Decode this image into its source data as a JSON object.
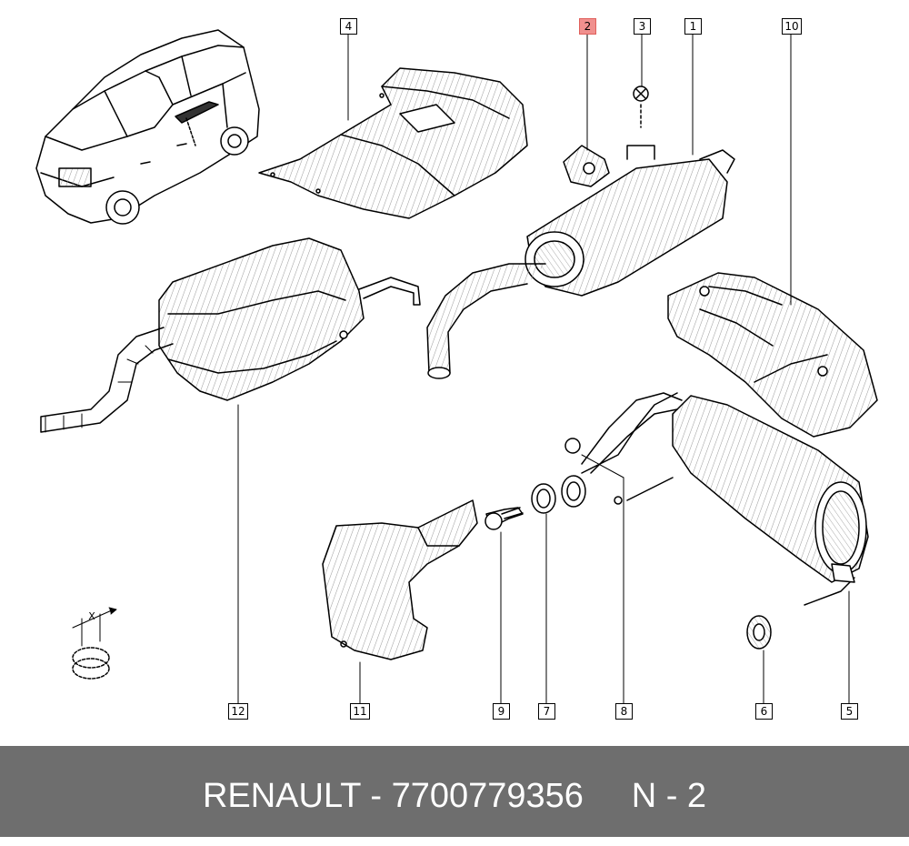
{
  "diagram": {
    "callouts": [
      {
        "id": "c1",
        "label": "1"
      },
      {
        "id": "c2",
        "label": "2",
        "highlighted": true,
        "highlight_color": "#f0908e"
      },
      {
        "id": "c3",
        "label": "3"
      },
      {
        "id": "c4",
        "label": "4"
      },
      {
        "id": "c5",
        "label": "5"
      },
      {
        "id": "c6",
        "label": "6"
      },
      {
        "id": "c7",
        "label": "7"
      },
      {
        "id": "c8",
        "label": "8"
      },
      {
        "id": "c9",
        "label": "9"
      },
      {
        "id": "c10",
        "label": "10"
      },
      {
        "id": "c11",
        "label": "11"
      },
      {
        "id": "c12",
        "label": "12"
      }
    ],
    "torque_marker_label": "X"
  },
  "footer": {
    "text": "RENAULT - 7700779356     N - 2",
    "background": "#6e6e6e",
    "color": "#ffffff"
  }
}
